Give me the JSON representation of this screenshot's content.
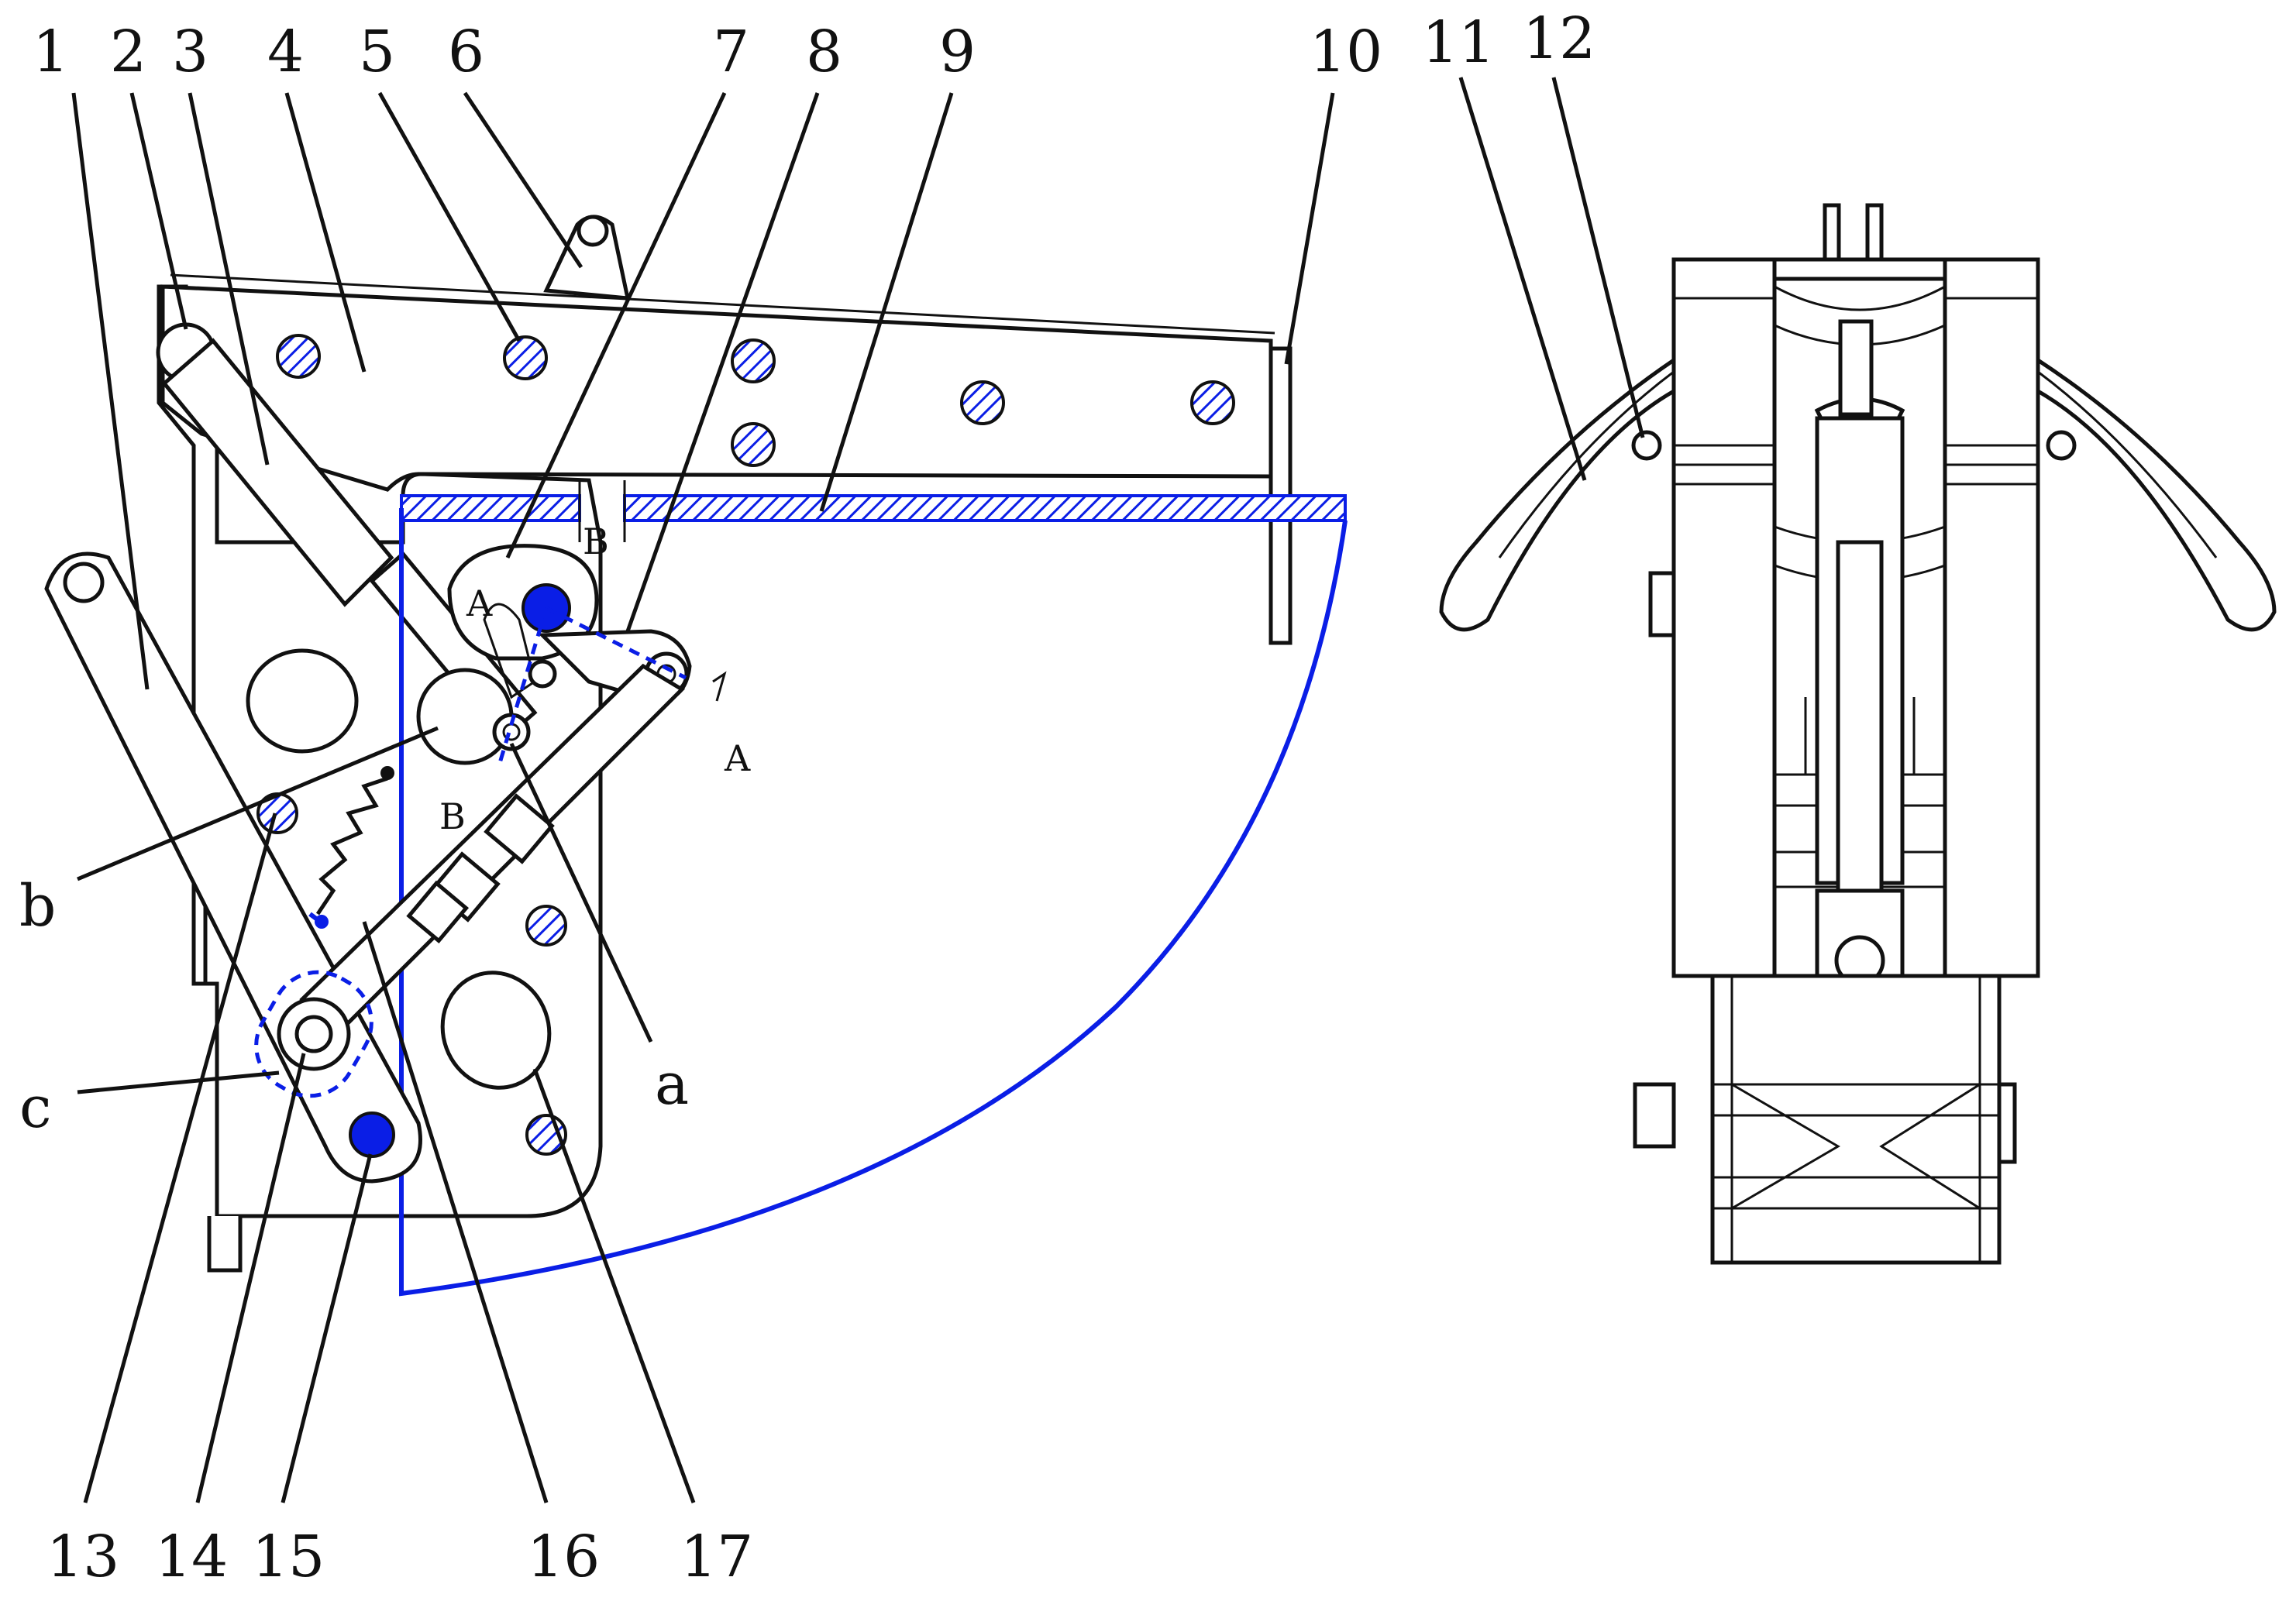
{
  "colors": {
    "line": "#111111",
    "accent": "#0a1ee6",
    "background": "#ffffff"
  },
  "callouts": {
    "n1": "1",
    "n2": "2",
    "n3": "3",
    "n4": "4",
    "n5": "5",
    "n6": "6",
    "n7": "7",
    "n8": "8",
    "n9": "9",
    "n10": "10",
    "n11": "11",
    "n12": "12",
    "n13": "13",
    "n14": "14",
    "n15": "15",
    "n16": "16",
    "n17": "17"
  },
  "letters": {
    "a_upper": "A",
    "a_right": "A",
    "b_upper": "B",
    "b_lower": "B",
    "a_lower": "a",
    "b_left": "b",
    "c_left": "c"
  }
}
